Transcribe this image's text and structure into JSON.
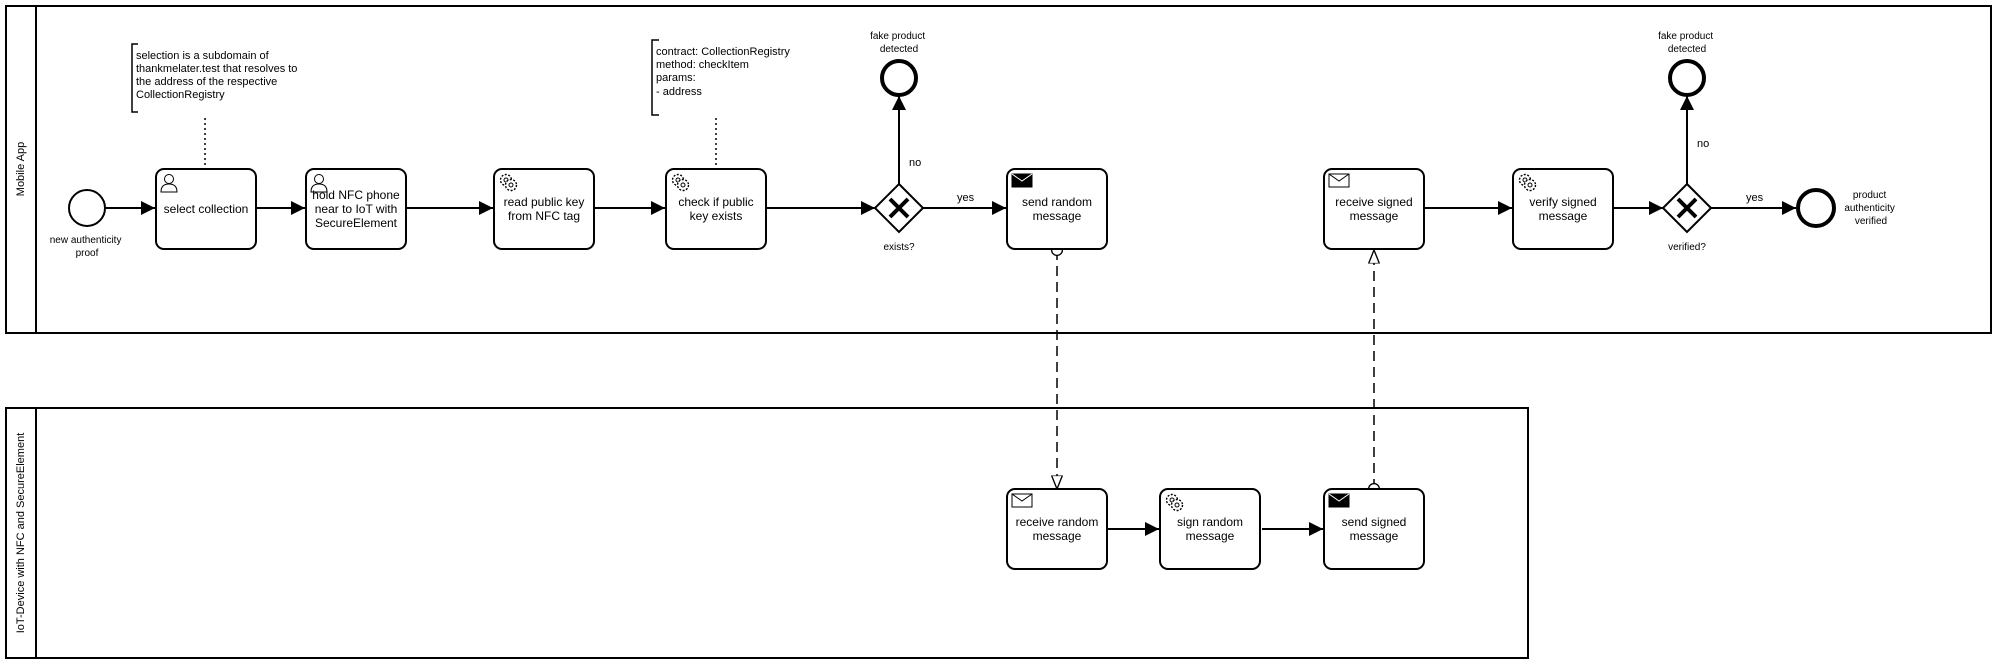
{
  "pools": {
    "mobile_app": "Mobile App",
    "iot_device": "IoT-Device with NFC and SecureElement"
  },
  "events": {
    "start": [
      "new authenticity",
      "proof"
    ],
    "fake1": [
      "fake product",
      "detected"
    ],
    "fake2": [
      "fake product",
      "detected"
    ],
    "end": [
      "product",
      "authenticity",
      "verified"
    ]
  },
  "tasks": {
    "select_collection": {
      "lines": [
        "select collection"
      ],
      "icon": "user-icon"
    },
    "hold_nfc": {
      "lines": [
        "hold NFC phone",
        "near to IoT with",
        "SecureElement"
      ],
      "icon": "user-icon"
    },
    "read_key": {
      "lines": [
        "read public key",
        "from NFC tag"
      ],
      "icon": "gear-icon"
    },
    "check_key": {
      "lines": [
        "check if public",
        "key exists"
      ],
      "icon": "gear-icon"
    },
    "send_random": {
      "lines": [
        "send random",
        "message"
      ],
      "icon": "filled-envelope-icon"
    },
    "receive_signed": {
      "lines": [
        "receive signed",
        "message"
      ],
      "icon": "envelope-icon"
    },
    "verify_signed": {
      "lines": [
        "verify signed",
        "message"
      ],
      "icon": "gear-icon"
    },
    "receive_random": {
      "lines": [
        "receive random",
        "message"
      ],
      "icon": "envelope-icon"
    },
    "sign_random": {
      "lines": [
        "sign random",
        "message"
      ],
      "icon": "gear-icon"
    },
    "send_signed": {
      "lines": [
        "send signed",
        "message"
      ],
      "icon": "filled-envelope-icon"
    }
  },
  "gateways": {
    "exists": "exists?",
    "verified": "verified?"
  },
  "flow_labels": {
    "no1": "no",
    "yes1": "yes",
    "no2": "no",
    "yes2": "yes"
  },
  "annotations": {
    "selection": [
      "selection is a subdomain of",
      "thankmelater.test that resolves to",
      "the address of the respective",
      "CollectionRegistry"
    ],
    "contract": [
      "contract: CollectionRegistry",
      "method: checkItem",
      "params:",
      "- address"
    ]
  }
}
